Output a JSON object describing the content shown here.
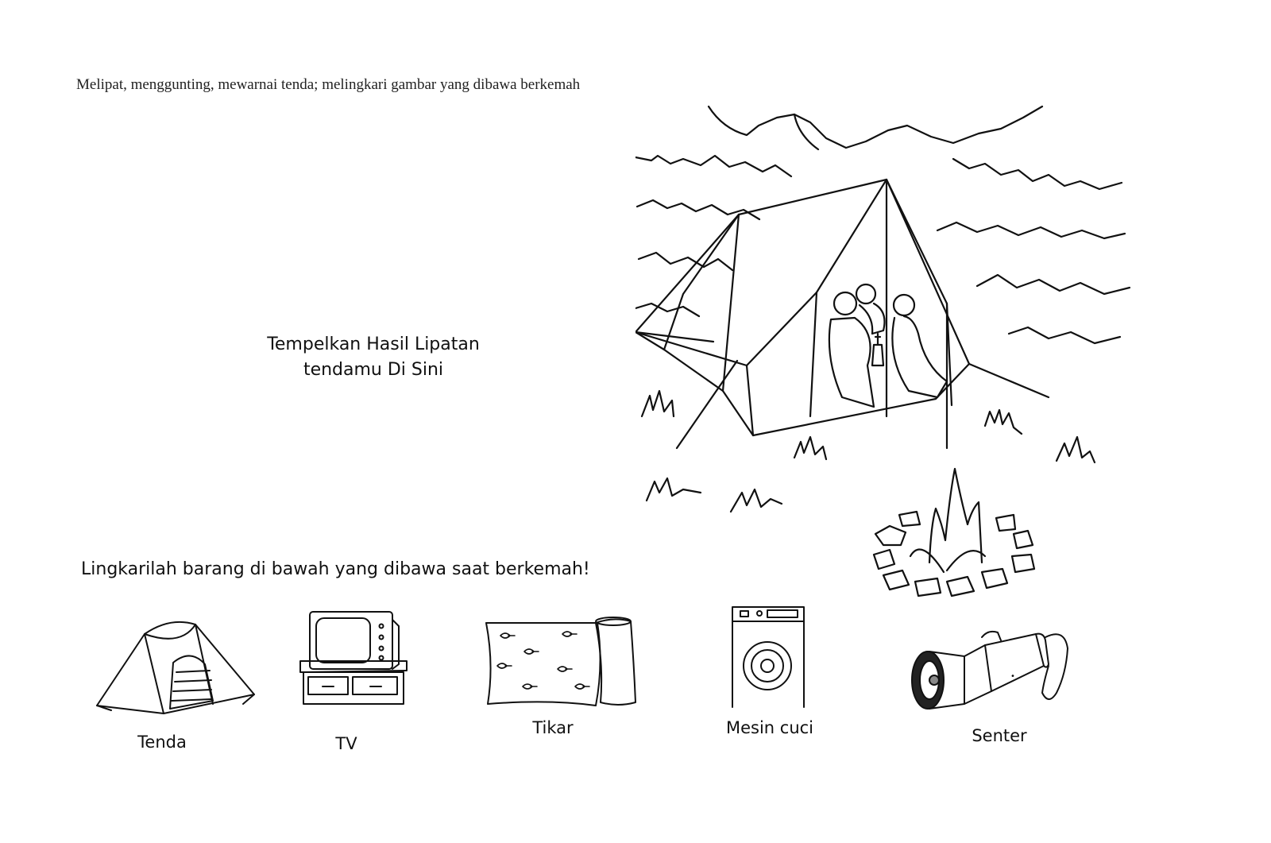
{
  "worksheet": {
    "instruction": "Melipat, menggunting, mewarnai tenda; melingkari gambar yang dibawa berkemah",
    "paste_area": {
      "line1": "Tempelkan Hasil Lipatan",
      "line2": "tendamu Di Sini"
    },
    "task": "Lingkarilah barang di bawah yang dibawa saat berkemah!",
    "items": [
      {
        "label": "Tenda",
        "icon": "dome-tent-icon"
      },
      {
        "label": "TV",
        "icon": "television-icon"
      },
      {
        "label": "Tikar",
        "icon": "mat-icon"
      },
      {
        "label": "Mesin cuci",
        "icon": "washing-machine-icon"
      },
      {
        "label": "Senter",
        "icon": "flashlight-icon"
      }
    ]
  },
  "illustration": {
    "subject": "camping-scene",
    "icon": "camp-tent-illustration"
  },
  "colors": {
    "ink": "#111111",
    "background": "#ffffff"
  }
}
